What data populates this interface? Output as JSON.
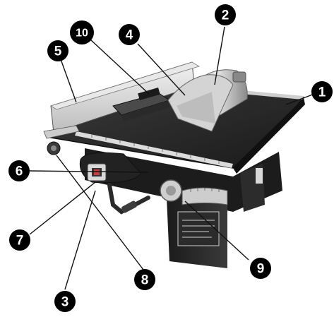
{
  "callouts": [
    {
      "id": "1",
      "label": "1"
    },
    {
      "id": "2",
      "label": "2"
    },
    {
      "id": "3",
      "label": "3"
    },
    {
      "id": "4",
      "label": "4"
    },
    {
      "id": "5",
      "label": "5"
    },
    {
      "id": "6",
      "label": "6"
    },
    {
      "id": "7",
      "label": "7"
    },
    {
      "id": "8",
      "label": "8"
    },
    {
      "id": "9",
      "label": "9"
    },
    {
      "id": "10",
      "label": "10"
    }
  ],
  "colors": {
    "ink": "#111111",
    "table_top": "#2a2a2a",
    "metal": "#c9c9c9",
    "callout_fill": "#000000",
    "callout_text": "#ffffff"
  }
}
